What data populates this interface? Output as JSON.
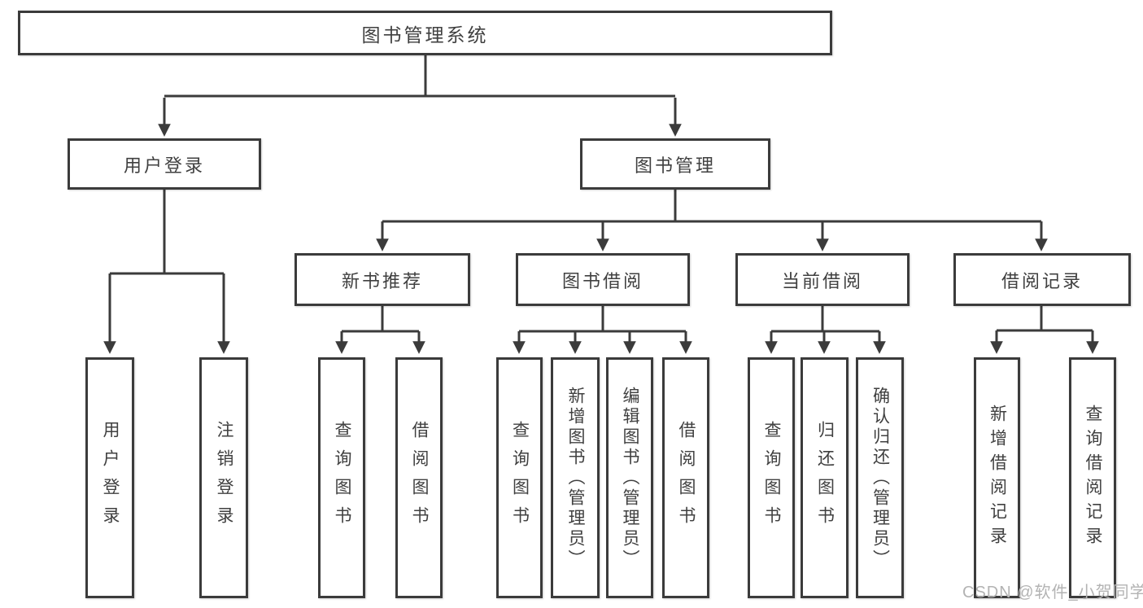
{
  "tree": {
    "root": {
      "label": "图书管理系统",
      "children": [
        {
          "label": "用户登录",
          "children": [
            {
              "label": "用户登录"
            },
            {
              "label": "注销登录"
            }
          ]
        },
        {
          "label": "图书管理",
          "children": [
            {
              "label": "新书推荐",
              "children": [
                {
                  "label": "查询图书"
                },
                {
                  "label": "借阅图书"
                }
              ]
            },
            {
              "label": "图书借阅",
              "children": [
                {
                  "label": "查询图书"
                },
                {
                  "label": "新增图书（管理员）"
                },
                {
                  "label": "编辑图书（管理员）"
                },
                {
                  "label": "借阅图书"
                }
              ]
            },
            {
              "label": "当前借阅",
              "children": [
                {
                  "label": "查询图书"
                },
                {
                  "label": "归还图书"
                },
                {
                  "label": "确认归还（管理员）"
                }
              ]
            },
            {
              "label": "借阅记录",
              "children": [
                {
                  "label": "新增借阅记录"
                },
                {
                  "label": "查询借阅记录"
                }
              ]
            }
          ]
        }
      ]
    }
  },
  "watermark": {
    "text": "CSDN @软件_小贺同学"
  },
  "colors": {
    "line": "#3b3b3b",
    "box_border": "#3b3b3b",
    "text": "#404040",
    "watermark": "#b3b3b3",
    "background": "#ffffff"
  }
}
